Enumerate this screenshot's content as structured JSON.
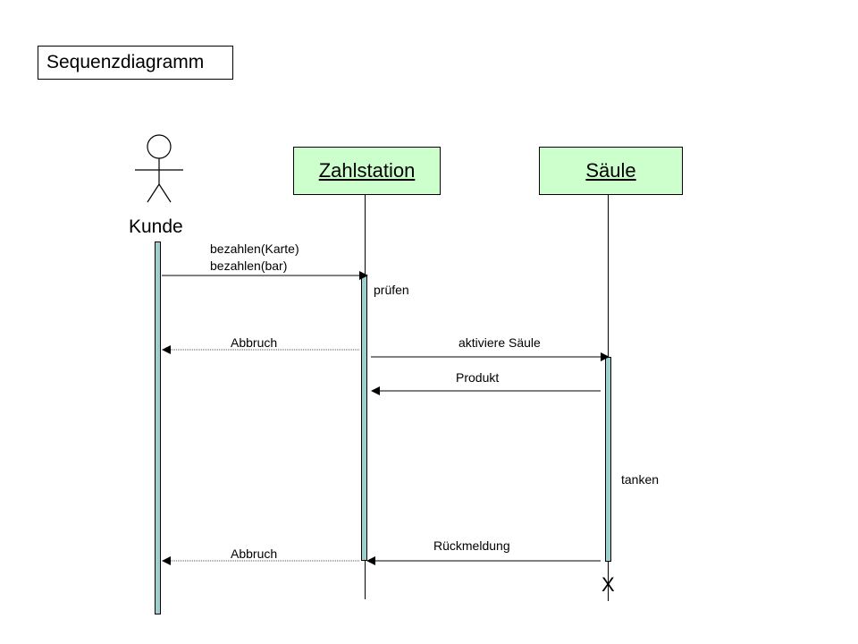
{
  "diagram": {
    "title": "Sequenzdiagramm",
    "actor": {
      "label": "Kunde",
      "icon": "stick-figure-icon"
    },
    "objects": [
      {
        "label": "Zahlstation",
        "fill": "#ccffcc"
      },
      {
        "label": "Säule",
        "fill": "#ccffcc"
      }
    ],
    "messages": {
      "pay_card": "bezahlen(Karte)",
      "pay_cash": "bezahlen(bar)",
      "check": "prüfen",
      "abort_1": "Abbruch",
      "activate": "aktiviere Säule",
      "product": "Produkt",
      "refuel": "tanken",
      "feedback": "Rückmeldung",
      "abort_2": "Abbruch"
    },
    "destroy_marker": "X",
    "colors": {
      "object_fill": "#ccffcc",
      "activation_fill": "#9ecfcf"
    }
  }
}
